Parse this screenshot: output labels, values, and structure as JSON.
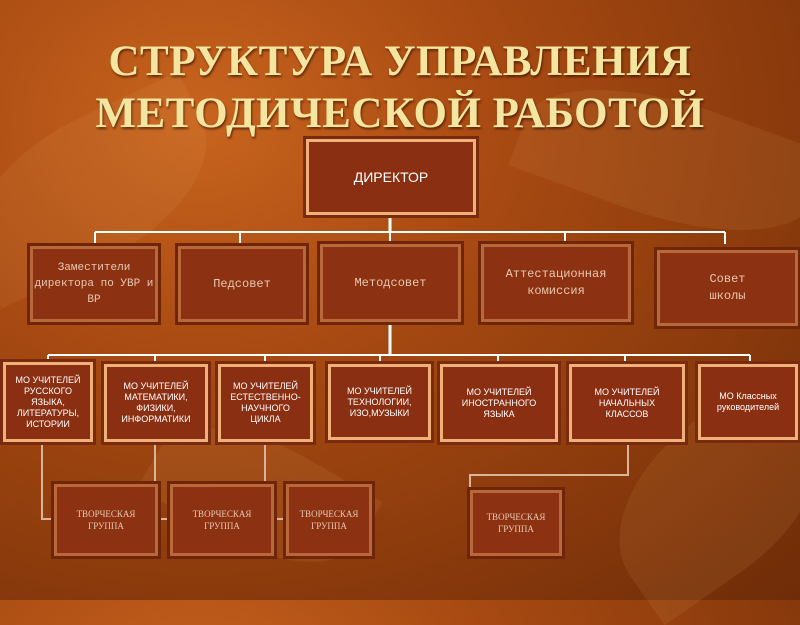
{
  "title": {
    "line1": "СТРУКТУРА УПРАВЛЕНИЯ",
    "line2": "МЕТОДИЧЕСКОЙ РАБОТОЙ"
  },
  "director": "ДИРЕКТОР",
  "level2": [
    "Заместители директора по УВР и ВР",
    "Педсовет",
    "Методсовет",
    "Аттестационная комиссия",
    "Совет школы"
  ],
  "level3": [
    "МО учителей русского языка, литературы, истории",
    "МО учителей математики, физики, информатики",
    "МО учителей естественно-научного цикла",
    "МО учителей технологии, ИЗО,музыки",
    "МО учителей иностранного языка",
    "МО учителей начальных классов",
    "МО Классных руководителей"
  ],
  "groups": [
    "ТВОРЧЕСКАЯ ГРУППА",
    "ТВОРЧЕСКАЯ ГРУППА",
    "ТВОРЧЕСКАЯ ГРУППА",
    "ТВОРЧЕСКАЯ ГРУППА"
  ]
}
